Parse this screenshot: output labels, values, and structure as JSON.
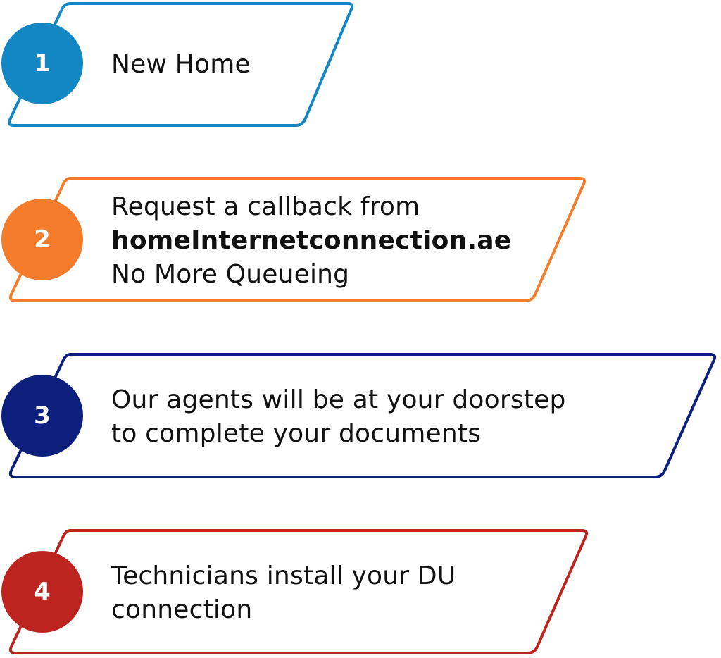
{
  "steps": [
    {
      "number": "1",
      "color": "#1387c4",
      "lines": [
        {
          "text": "New Home",
          "bold": false
        }
      ]
    },
    {
      "number": "2",
      "color": "#f47c2a",
      "lines": [
        {
          "text": "Request a callback from",
          "bold": false
        },
        {
          "text": "homeInternetconnection.ae",
          "bold": true
        },
        {
          "text": "No More Queueing",
          "bold": false
        }
      ]
    },
    {
      "number": "3",
      "color": "#0d1f7c",
      "lines": [
        {
          "text": "Our agents will be at your doorstep",
          "bold": false
        },
        {
          "text": "to complete your documents",
          "bold": false
        }
      ]
    },
    {
      "number": "4",
      "color": "#bd2420",
      "lines": [
        {
          "text": "Technicians install your DU",
          "bold": false
        },
        {
          "text": "connection",
          "bold": false
        }
      ]
    }
  ]
}
